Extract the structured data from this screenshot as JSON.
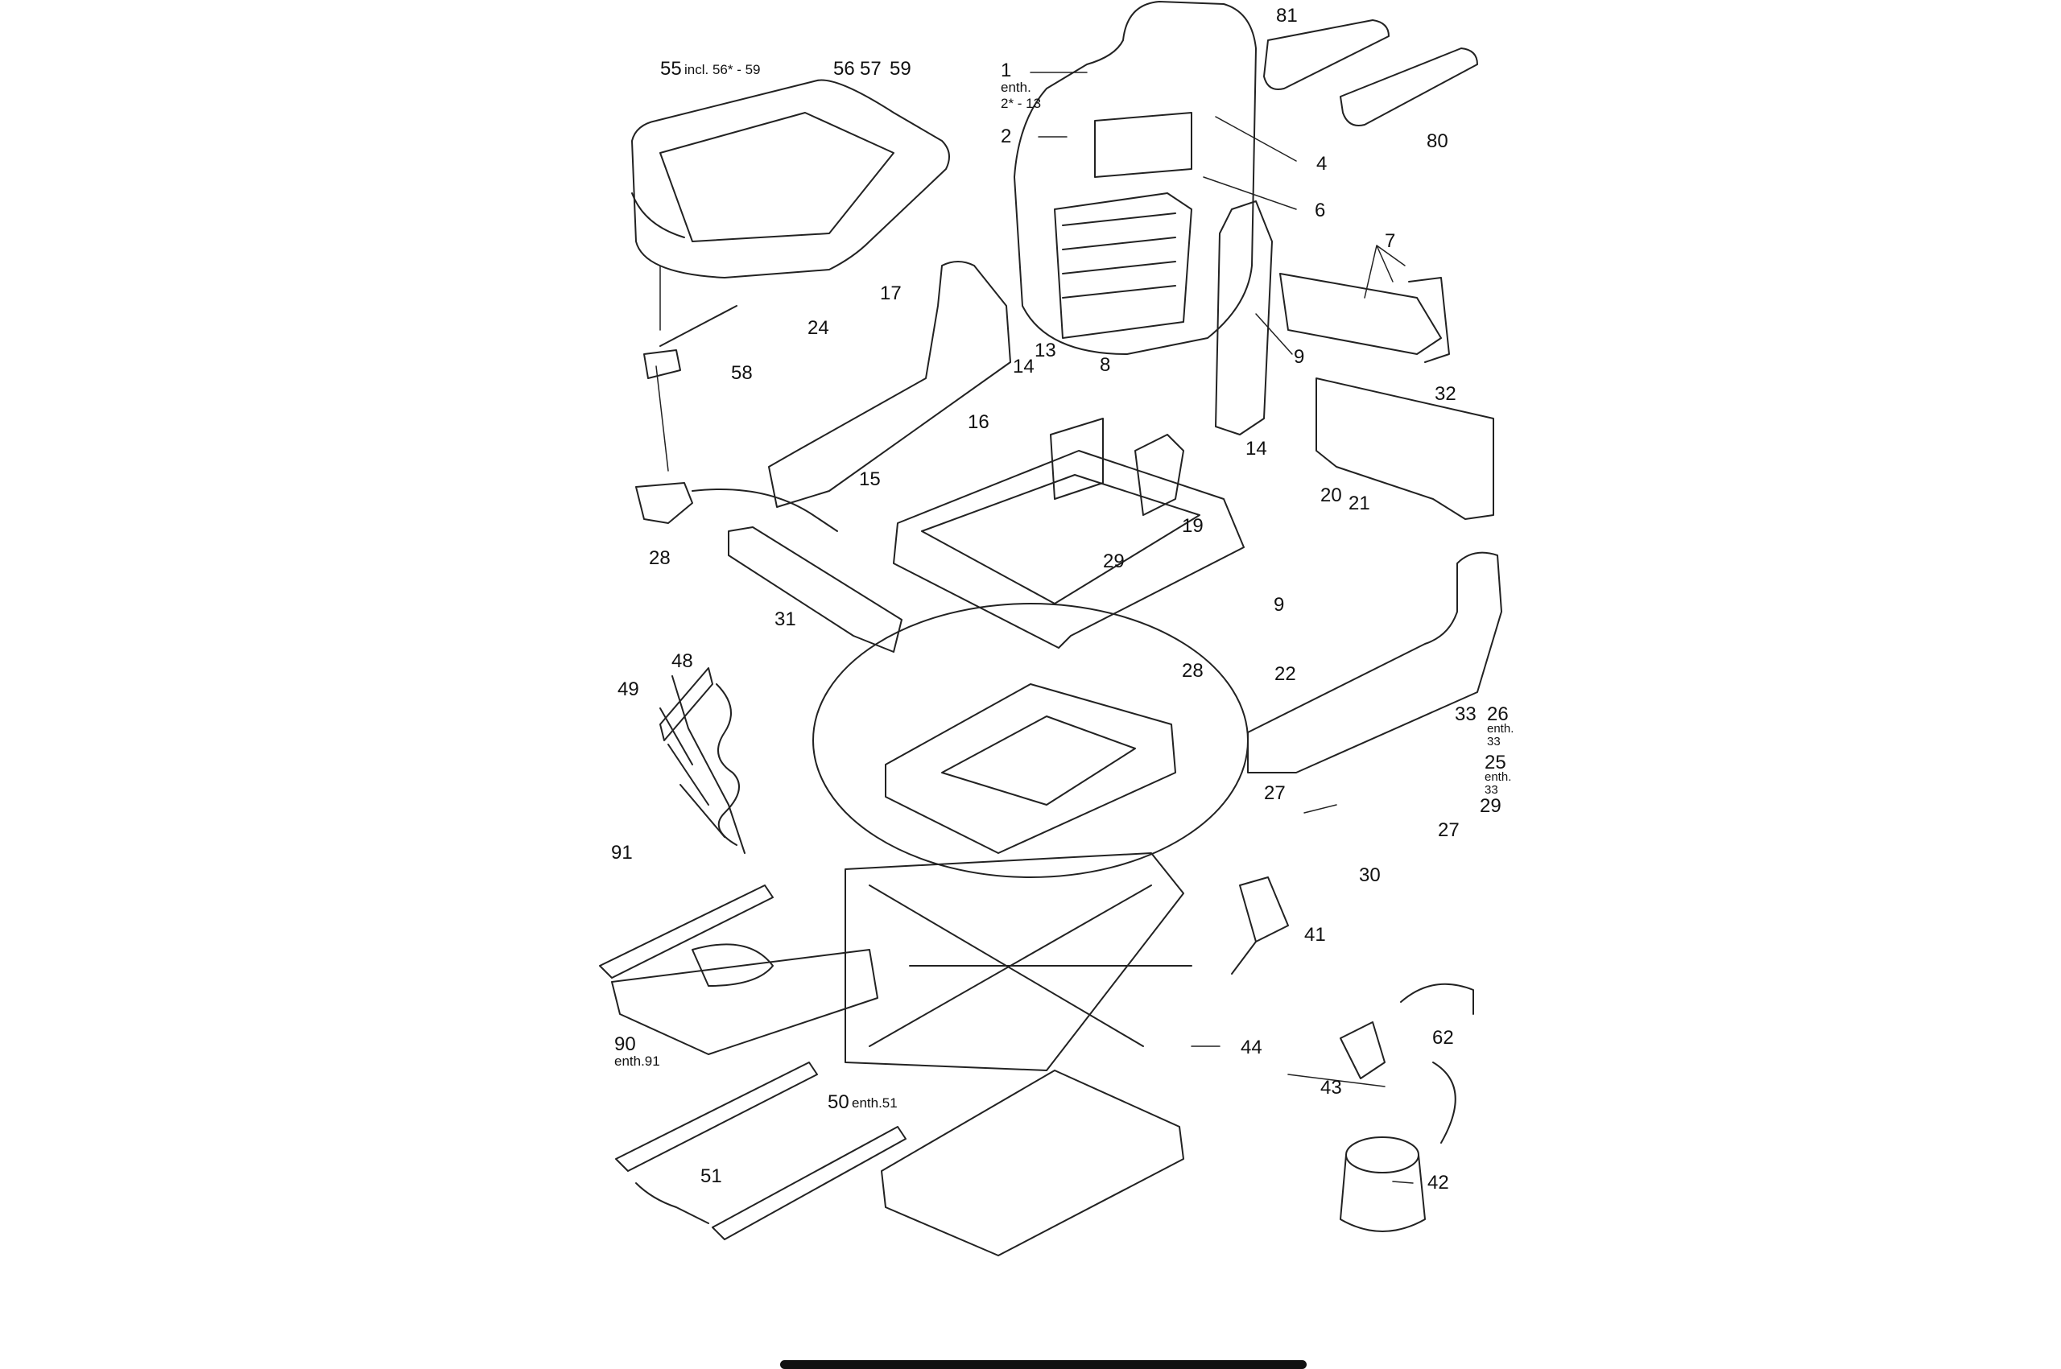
{
  "diagram": {
    "labels": [
      {
        "id": "l55",
        "text": "55"
      },
      {
        "id": "l55n",
        "text": "incl. 56* -  59"
      },
      {
        "id": "l56",
        "text": "56"
      },
      {
        "id": "l57",
        "text": "57"
      },
      {
        "id": "l59",
        "text": "59"
      },
      {
        "id": "l1",
        "text": "1"
      },
      {
        "id": "l1n1",
        "text": "enth."
      },
      {
        "id": "l1n2",
        "text": "2* -  13"
      },
      {
        "id": "l2",
        "text": "2"
      },
      {
        "id": "l4",
        "text": "4"
      },
      {
        "id": "l6",
        "text": "6"
      },
      {
        "id": "l7",
        "text": "7"
      },
      {
        "id": "l9a",
        "text": "9"
      },
      {
        "id": "l9b",
        "text": "9"
      },
      {
        "id": "l80",
        "text": "80"
      },
      {
        "id": "l81",
        "text": "81"
      },
      {
        "id": "l32",
        "text": "32"
      },
      {
        "id": "l17",
        "text": "17"
      },
      {
        "id": "l24",
        "text": "24"
      },
      {
        "id": "l13",
        "text": "13"
      },
      {
        "id": "l8",
        "text": "8"
      },
      {
        "id": "l14a",
        "text": "14"
      },
      {
        "id": "l14b",
        "text": "14"
      },
      {
        "id": "l58",
        "text": "58"
      },
      {
        "id": "l16",
        "text": "16"
      },
      {
        "id": "l15",
        "text": "15"
      },
      {
        "id": "l19",
        "text": "19"
      },
      {
        "id": "l20",
        "text": "20"
      },
      {
        "id": "l21",
        "text": "21"
      },
      {
        "id": "l28a",
        "text": "28"
      },
      {
        "id": "l28b",
        "text": "28"
      },
      {
        "id": "l29a",
        "text": "29"
      },
      {
        "id": "l29b",
        "text": "29"
      },
      {
        "id": "l31",
        "text": "31"
      },
      {
        "id": "l48",
        "text": "48"
      },
      {
        "id": "l49",
        "text": "49"
      },
      {
        "id": "l22",
        "text": "22"
      },
      {
        "id": "l33",
        "text": "33"
      },
      {
        "id": "l26",
        "text": "26"
      },
      {
        "id": "l26n1",
        "text": "enth."
      },
      {
        "id": "l26n2",
        "text": "33"
      },
      {
        "id": "l25",
        "text": "25"
      },
      {
        "id": "l25n1",
        "text": "enth."
      },
      {
        "id": "l25n2",
        "text": "33"
      },
      {
        "id": "l27a",
        "text": "27"
      },
      {
        "id": "l27b",
        "text": "27"
      },
      {
        "id": "l30",
        "text": "30"
      },
      {
        "id": "l91",
        "text": "91"
      },
      {
        "id": "l41",
        "text": "41"
      },
      {
        "id": "l90",
        "text": "90"
      },
      {
        "id": "l90n",
        "text": "enth.91"
      },
      {
        "id": "l62",
        "text": "62"
      },
      {
        "id": "l44",
        "text": "44"
      },
      {
        "id": "l43",
        "text": "43"
      },
      {
        "id": "l50",
        "text": "50"
      },
      {
        "id": "l50n",
        "text": "enth.51"
      },
      {
        "id": "l51",
        "text": "51"
      },
      {
        "id": "l42",
        "text": "42"
      }
    ]
  }
}
